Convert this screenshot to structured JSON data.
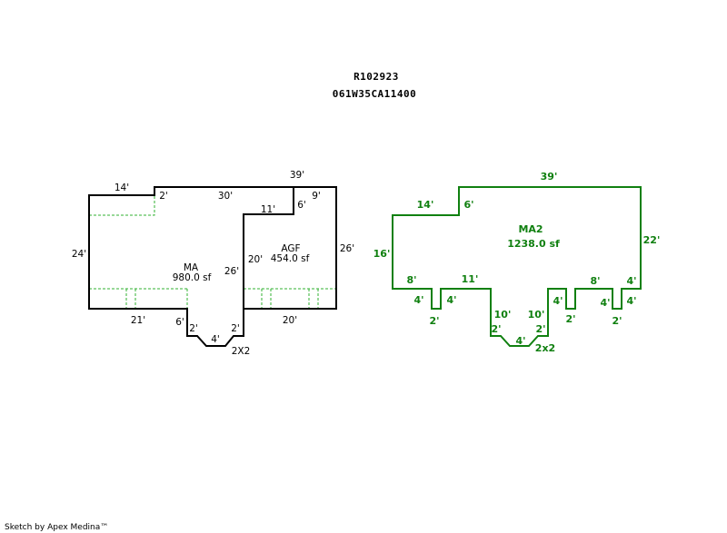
{
  "header": {
    "account": "R102923",
    "map_tax_lot": "061W35CA11400"
  },
  "colors": {
    "outline_black": "#000000",
    "outline_green": "#108010",
    "dotted_green": "#30b030"
  },
  "footer": {
    "credit": "Sketch by Apex Medina™"
  },
  "sketch_left": {
    "areas": [
      {
        "name": "MA",
        "size": "980.0 sf"
      },
      {
        "name": "AGF",
        "size": "454.0 sf"
      }
    ],
    "dimensions": {
      "d14": "14'",
      "d2_top": "2'",
      "d30": "30'",
      "d39": "39'",
      "d6_top": "6'",
      "d9": "9'",
      "d11": "11'",
      "d24": "24'",
      "d26_right": "26'",
      "d26_mid": "26'",
      "d20_mid": "20'",
      "d21": "21'",
      "d6_bot": "6'",
      "d2_bl": "2'",
      "d4": "4'",
      "d2_br": "2'",
      "d20_bot": "20'",
      "note": "2X2"
    }
  },
  "sketch_right": {
    "area": {
      "name": "MA2",
      "size": "1238.0 sf"
    },
    "dimensions": {
      "d39": "39'",
      "d14": "14'",
      "d6": "6'",
      "d16": "16'",
      "d22": "22'",
      "d8_l": "8'",
      "d11": "11'",
      "d8_r": "8'",
      "d4_tr": "4'",
      "d4_a": "4'",
      "d4_b": "4'",
      "d2_a": "2'",
      "d10_l": "10'",
      "d10_r": "10'",
      "d2_nl": "2'",
      "d2_nr": "2'",
      "d4_n": "4'",
      "d4_c": "4'",
      "d2_c": "2'",
      "d4_d": "4'",
      "d4_e": "4'",
      "d2_e": "2'",
      "note": "2x2"
    }
  }
}
